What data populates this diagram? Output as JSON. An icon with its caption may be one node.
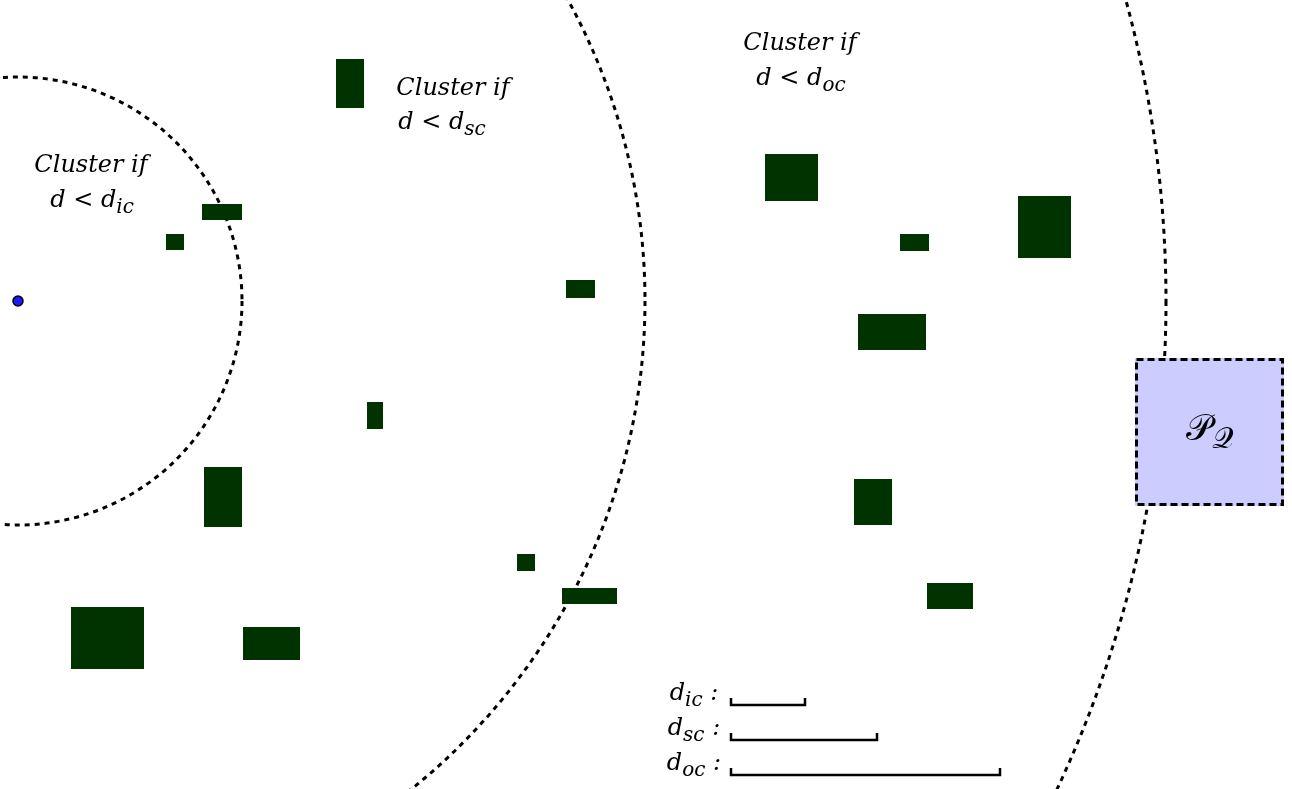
{
  "diagram": {
    "nodes": [
      {
        "text": [
          "𝒫$_{𝒬}$"
        ]
      }
    ],
    "edges": [],
    "labels": [
      "Cluster if",
      "d < d$_{ic}$",
      "Cluster if",
      "d < d$_{sc}$",
      "Cluster if",
      "d < d$_{oc}$",
      "d$_{ic}$ :",
      "d$_{sc}$ :",
      "d$_{oc}$ :"
    ]
  }
}
